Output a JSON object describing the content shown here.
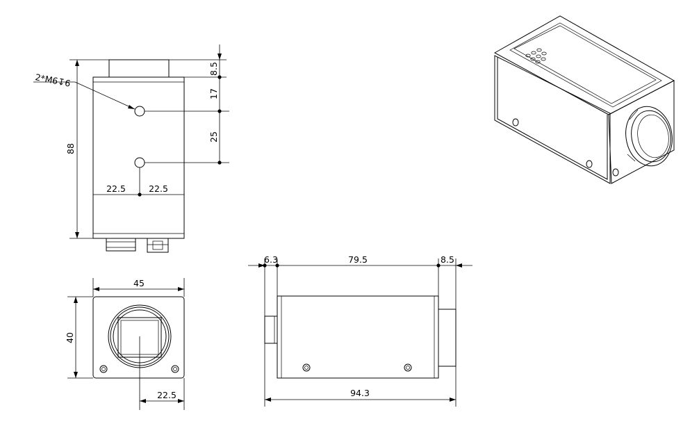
{
  "front_view": {
    "height_label": "88",
    "top_offset_label": "8.5",
    "hole_spacing_top_label": "17",
    "hole_spacing_bottom_label": "25",
    "half_width_left_label": "22.5",
    "half_width_right_label": "22.5",
    "hole_callout": "2*M6↧6"
  },
  "end_view": {
    "width_label": "45",
    "height_label": "40",
    "center_offset_label": "22.5"
  },
  "side_view": {
    "rear_offset_label": "6.3",
    "body_length_label": "79.5",
    "front_offset_label": "8.5",
    "total_length_label": "94.3"
  }
}
